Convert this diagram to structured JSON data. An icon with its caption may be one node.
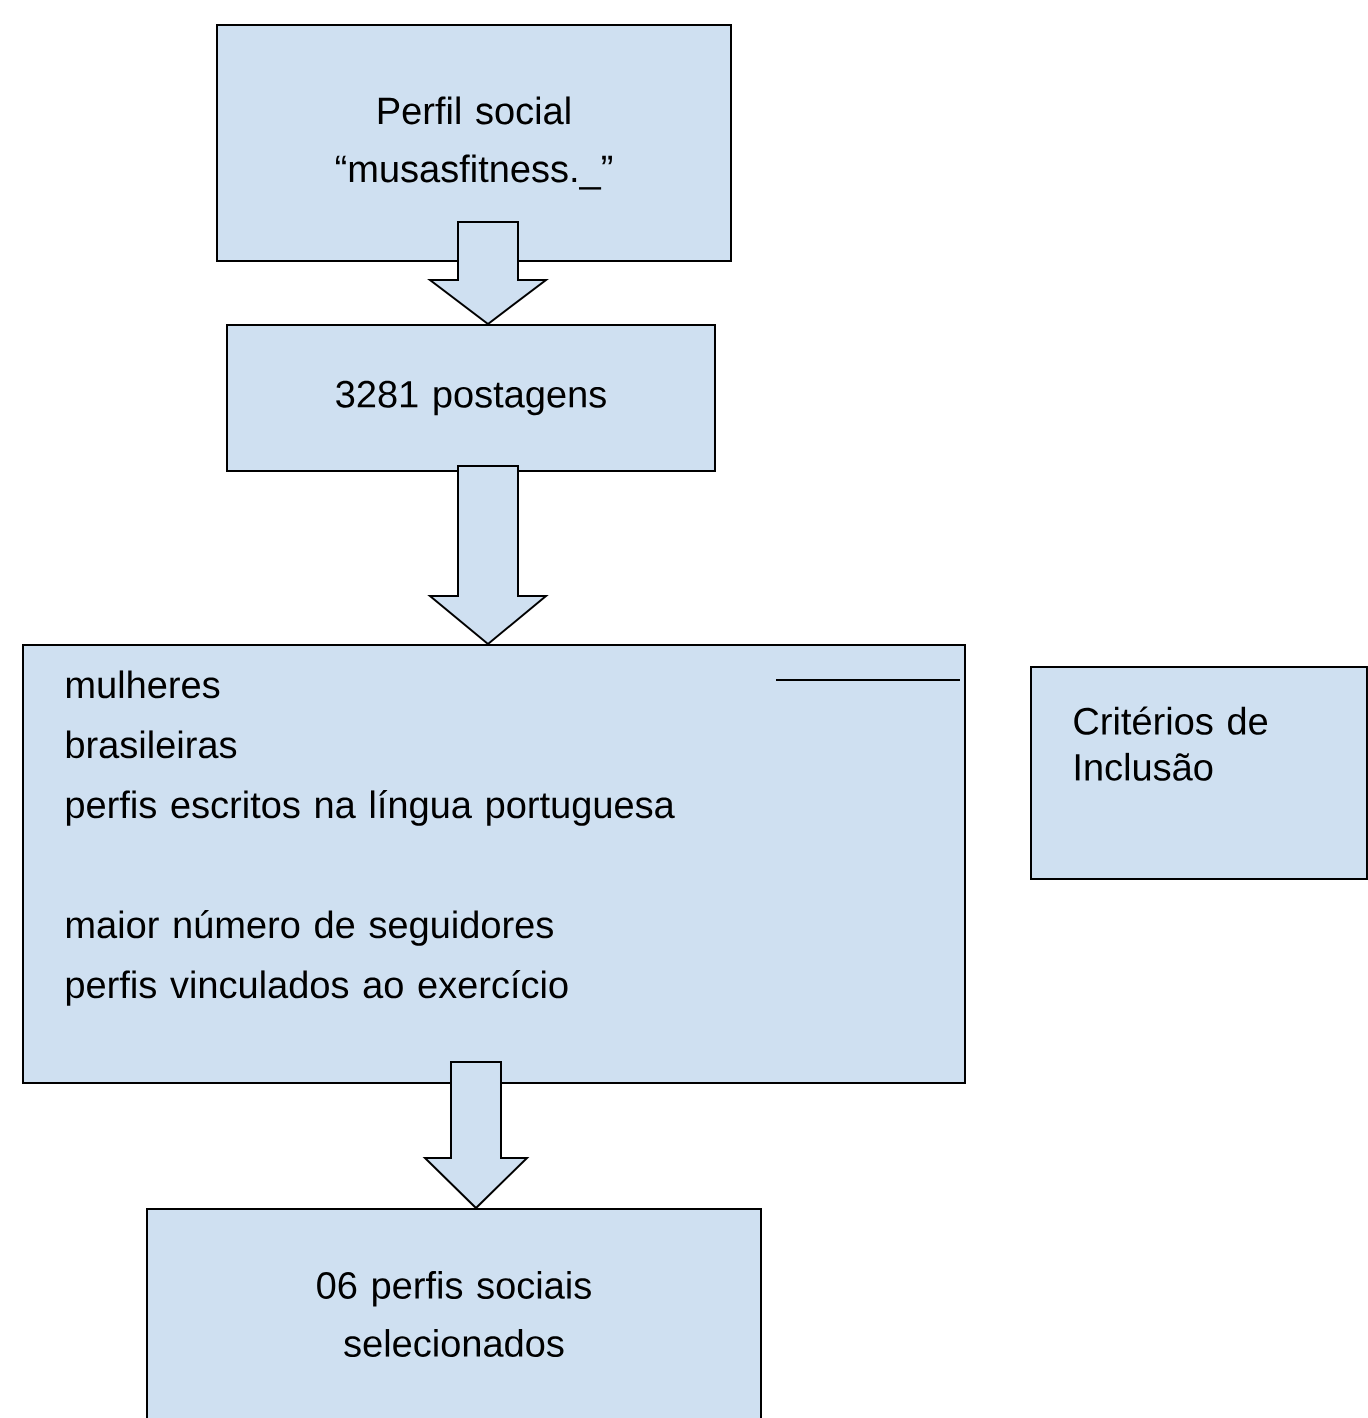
{
  "diagram": {
    "nodes": [
      {
        "text": [
          "Perfil social “musasfitness._”"
        ]
      },
      {
        "text": [
          "3281 postagens"
        ]
      },
      {
        "text": [
          "mulheres",
          "brasileiras",
          "perfis escritos na língua portuguesa",
          "maior número de seguidores",
          "perfis vinculados ao exercício"
        ]
      },
      {
        "text": [
          "Critérios de Inclusão"
        ]
      },
      {
        "text": [
          "06 perfis sociais selecionados"
        ]
      }
    ],
    "edges": [
      {
        "from": 0,
        "to": 1,
        "arrow": "to"
      },
      {
        "from": 1,
        "to": 2,
        "arrow": "to"
      },
      {
        "from": 2,
        "to": 4,
        "arrow": "to"
      }
    ]
  }
}
